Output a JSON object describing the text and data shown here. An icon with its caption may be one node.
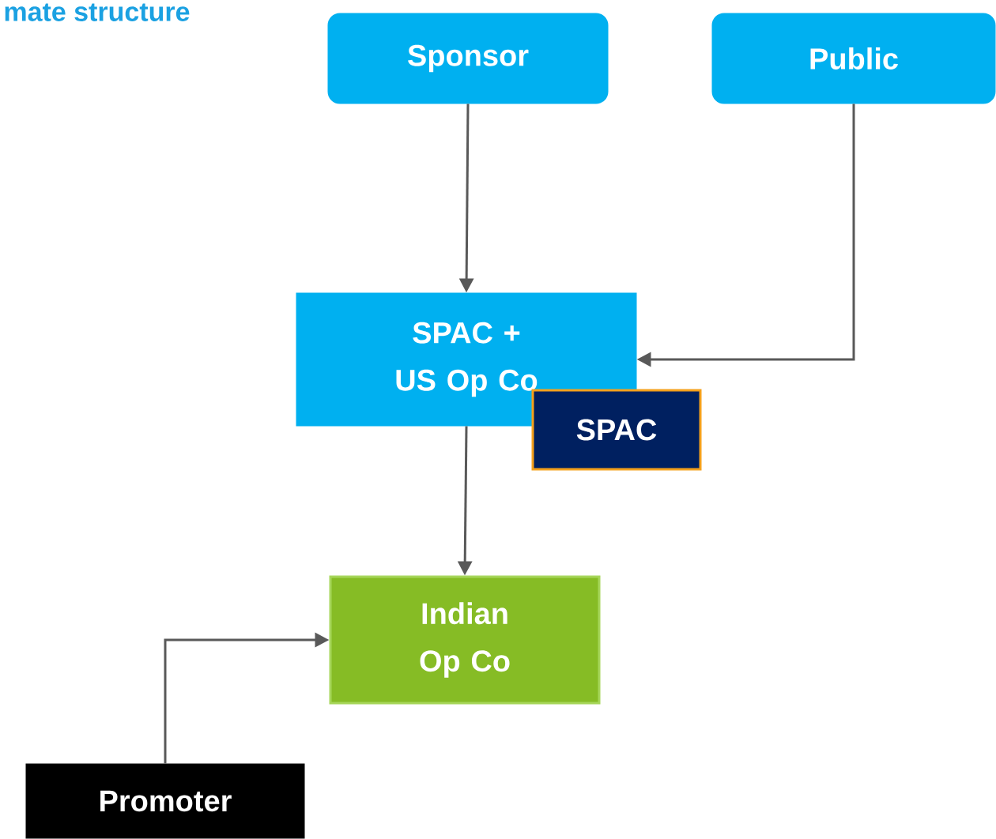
{
  "diagram": {
    "title": "mate structure",
    "nodes": [
      {
        "text": [
          "Sponsor"
        ]
      },
      {
        "text": [
          "Public"
        ]
      },
      {
        "text": [
          "SPAC + US Op Co"
        ]
      },
      {
        "text": [
          "SPAC"
        ]
      },
      {
        "text": [
          "Indian Op Co"
        ]
      },
      {
        "text": [
          "Promoter"
        ]
      }
    ],
    "edges": [
      {
        "from": 0,
        "to": 2,
        "arrow": "to"
      },
      {
        "from": 1,
        "to": 2,
        "arrow": "to"
      },
      {
        "from": 2,
        "to": 4,
        "arrow": "to"
      },
      {
        "from": 5,
        "to": 4,
        "arrow": "to"
      }
    ]
  }
}
